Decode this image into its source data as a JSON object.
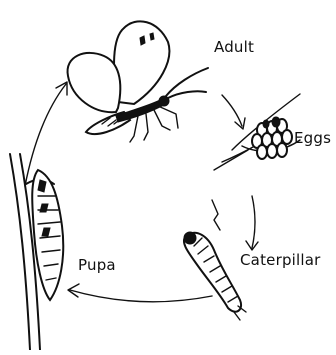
{
  "labels": {
    "adult": "Adult",
    "eggs": "Eggs",
    "caterpillar": "Caterpillar",
    "pupa": "Pupa"
  }
}
